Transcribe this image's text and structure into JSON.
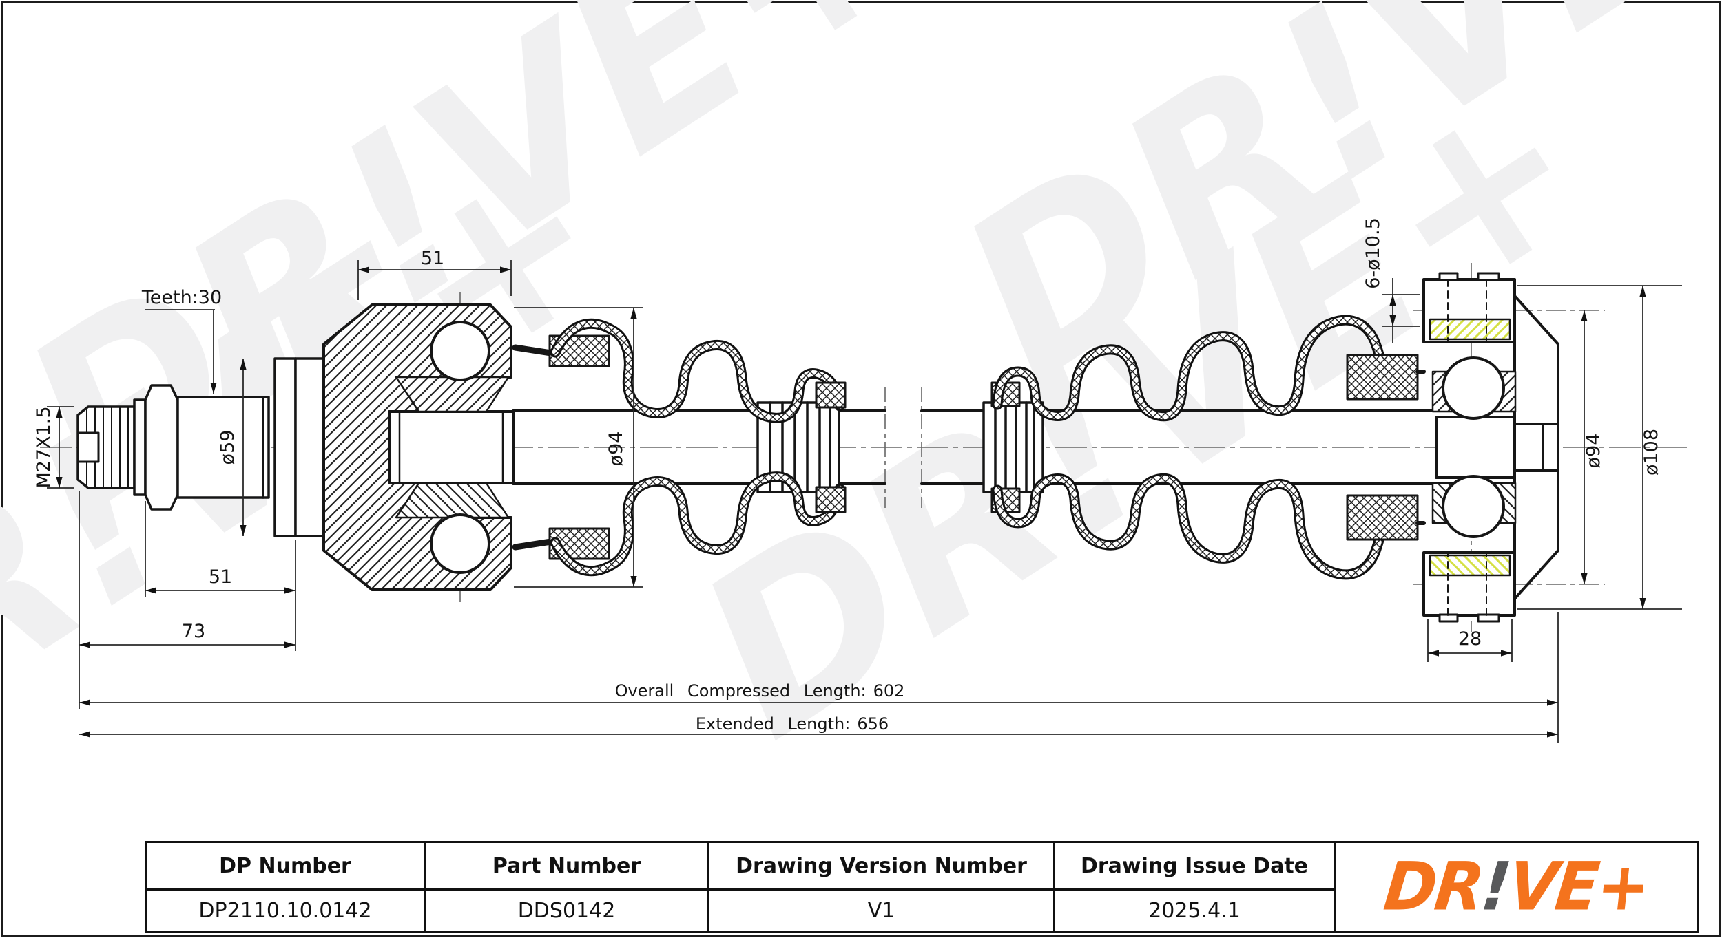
{
  "watermark": {
    "text": "DR!VE+",
    "color": "#f0f0f1"
  },
  "colors": {
    "line": "#161616",
    "accent_orange": "#F4731D",
    "logo_gray": "#58595B",
    "hatch_yellow": "#D5E044"
  },
  "dims": {
    "inner_joint_width": "51",
    "teeth": "Teeth:30",
    "thread": "M27X1.5",
    "shoulder_dia": "ø59",
    "spline_length": "51",
    "stub_length": "73",
    "inner_joint_dia": "ø94",
    "bolt_holes": "6-ø10.5",
    "outer_joint_dia": "ø94",
    "flange_dia": "ø108",
    "flange_width": "28",
    "compressed_label": "Overall Compressed Length:",
    "compressed_value": "602",
    "extended_label": "Extended Length:",
    "extended_value": "656"
  },
  "table": {
    "headers": [
      "DP Number",
      "Part Number",
      "Drawing Version Number",
      "Drawing Issue Date"
    ],
    "values": [
      "DP2110.10.0142",
      "DDS0142",
      "V1",
      "2025.4.1"
    ]
  },
  "logo": {
    "prefix": "DR",
    "bang": "!",
    "suffix": "VE+"
  }
}
